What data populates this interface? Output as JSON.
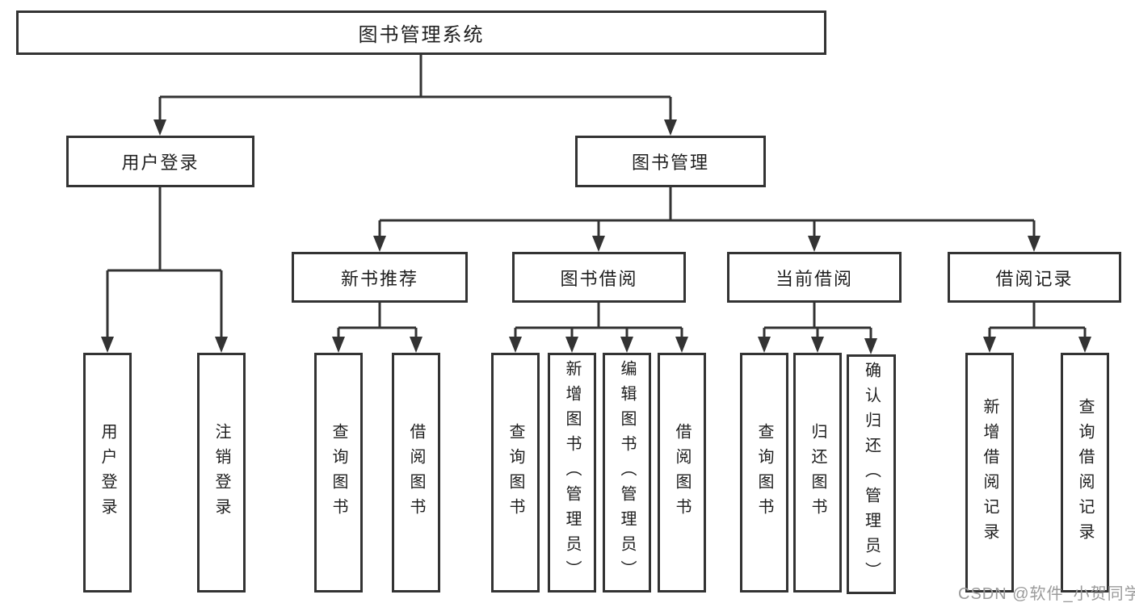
{
  "diagram": {
    "root": "图书管理系统",
    "branches": [
      {
        "label": "用户登录",
        "children": [
          "用户登录",
          "注销登录"
        ]
      },
      {
        "label": "图书管理",
        "sections": [
          {
            "label": "新书推荐",
            "children": [
              "查询图书",
              "借阅图书"
            ]
          },
          {
            "label": "图书借阅",
            "children": [
              "查询图书",
              "新增图书（管理员）",
              "编辑图书（管理员）",
              "借阅图书"
            ]
          },
          {
            "label": "当前借阅",
            "children": [
              "查询图书",
              "归还图书",
              "确认归还（管理员）"
            ]
          },
          {
            "label": "借阅记录",
            "children": [
              "新增借阅记录",
              "查询借阅记录"
            ]
          }
        ]
      }
    ]
  },
  "watermark": {
    "text": "CSDN @软件_小贺同学"
  },
  "colors": {
    "line": "#333333",
    "text": "#1f1f1f",
    "watermark": "#9b9b9b",
    "background": "#ffffff"
  }
}
